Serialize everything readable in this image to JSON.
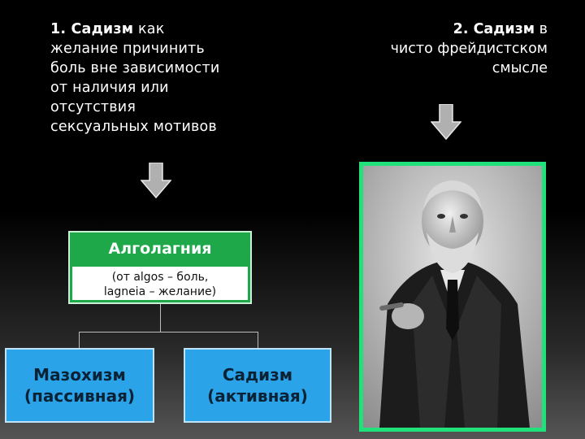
{
  "left": {
    "line1_bold": "1. Садизм",
    "line1_rest": " как",
    "lines": [
      "желание причинить",
      "боль вне зависимости",
      "от наличия или",
      "отсутствия",
      "сексуальных мотивов"
    ]
  },
  "right": {
    "line1_bold": "2. Садизм",
    "line1_rest": " в",
    "lines": [
      "чисто фрейдистском",
      "смысле"
    ]
  },
  "algolagnia": {
    "title": "Алголагния",
    "subtitle_line1": "(от algos – боль,",
    "subtitle_line2": "lagneia – желание)"
  },
  "masochism": {
    "line1": "Мазохизм",
    "line2": "(пассивная)"
  },
  "sadism": {
    "line1": "Садизм",
    "line2": "(активная)"
  },
  "colors": {
    "algo_green": "#1ea84a",
    "leaf_blue": "#2aa3e8",
    "frame_green": "#21e27a",
    "arrow_gray": "#b0b0b0"
  }
}
